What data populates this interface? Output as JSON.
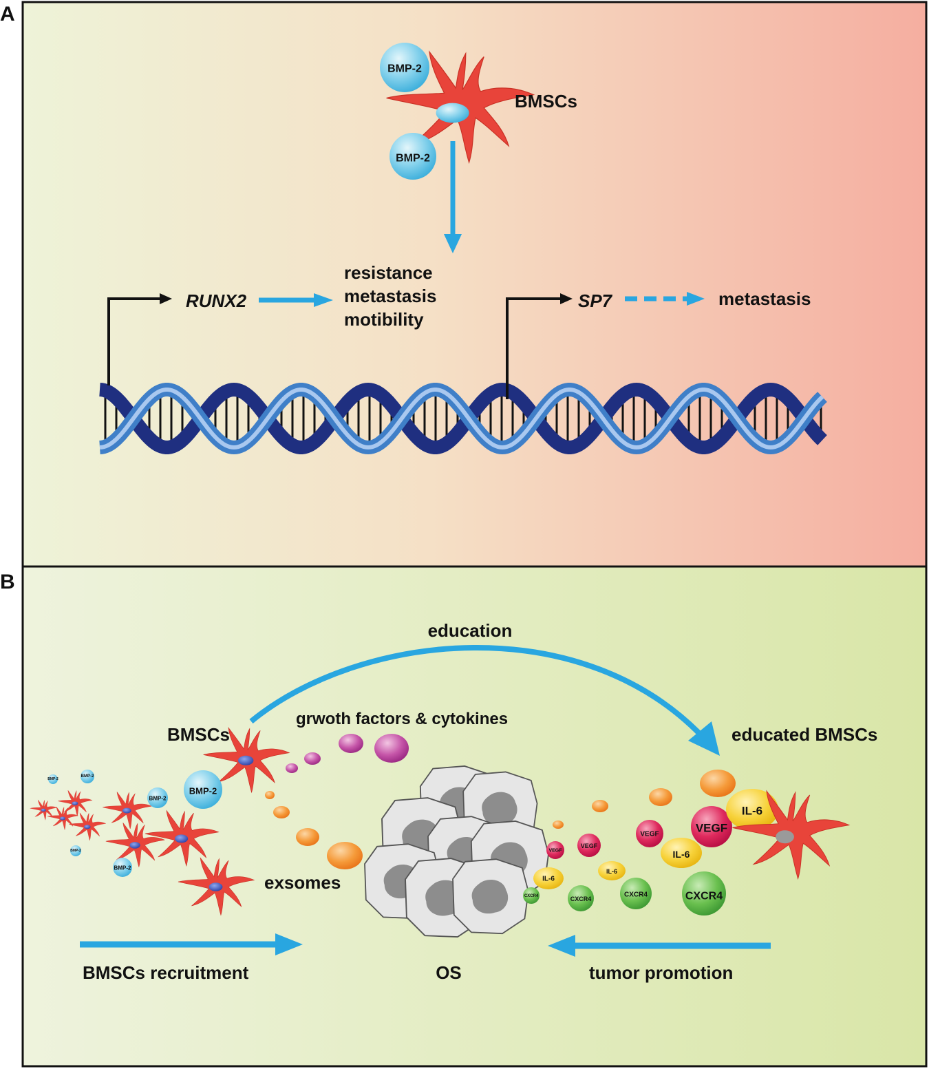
{
  "panelA": {
    "letter": "A",
    "bmp_top": "BMP-2",
    "bmp_bottom": "BMP-2",
    "bmscs": "BMSCs",
    "runx2": "RUNX2",
    "outcomes": [
      "resistance",
      "metastasis",
      "motibility"
    ],
    "sp7": "SP7",
    "sp7_outcome": "metastasis"
  },
  "panelB": {
    "letter": "B",
    "education": "education",
    "bmscs": "BMSCs",
    "growth": "grwoth factors & cytokines",
    "educated": "educated BMSCs",
    "bmp_large": "BMP-2",
    "exosomes": "exsomes",
    "recruitment": "BMSCs recruitment",
    "os": "OS",
    "promotion": "tumor promotion",
    "small_bmp": [
      "BMP-2",
      "BMP-2",
      "BMP-2",
      "BMP-2",
      "BMP-2"
    ],
    "factors": {
      "vegf": [
        "VEGF",
        "VEGF",
        "VEGF",
        "VEGF"
      ],
      "il6": [
        "IL-6",
        "IL-6",
        "IL-6",
        "IL-6"
      ],
      "cxcr4": [
        "CXCR4",
        "CXCR4",
        "CXCR4",
        "CXCR4"
      ]
    }
  },
  "colors": {
    "arrow_blue": "#29a6e0",
    "cell_red": "#e8443a",
    "dna_dark": "#1f2f80",
    "dna_light": "#4a86cc",
    "vegf": "#d8154f",
    "il6": "#f5cb1e",
    "cxcr4": "#5db648",
    "exosome": "#f28a28",
    "growth": "#b02a8f"
  }
}
